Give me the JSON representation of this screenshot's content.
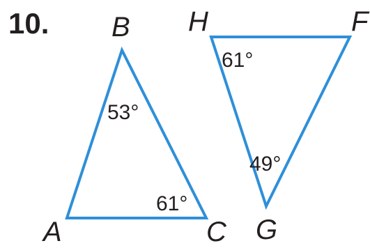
{
  "problem_number": "10.",
  "stroke_color": "#2f8fd8",
  "text_color": "#231f20",
  "triangles": [
    {
      "name": "ABC",
      "vertices": {
        "a": "A",
        "b": "B",
        "c": "C"
      },
      "angles": {
        "b": "53°",
        "c": "61°"
      }
    },
    {
      "name": "HFG",
      "vertices": {
        "h": "H",
        "f": "F",
        "g": "G"
      },
      "angles": {
        "h": "61°",
        "g": "49°"
      }
    }
  ]
}
